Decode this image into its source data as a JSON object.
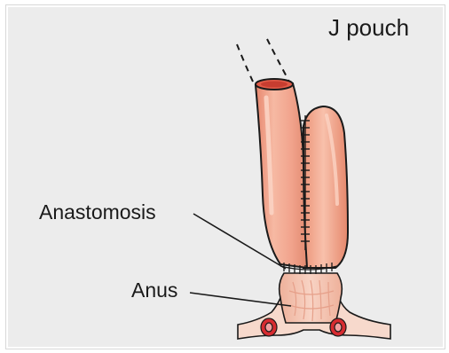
{
  "figure": {
    "title": "J pouch",
    "labels": {
      "anastomosis": "Anastomosis",
      "anus": "Anus"
    }
  },
  "colors": {
    "background": "#ececec",
    "bowel_fill": "#f1a38c",
    "bowel_highlight": "#f8c4b1",
    "anal_canal_fill": "#f5c4b0",
    "tissue_fill": "#f7d9cc",
    "sphincter_red": "#d72b30",
    "outline": "#1a1a1a"
  },
  "icons": {
    "bowel": "j-pouch-illustration",
    "staple_line": "staple-line-icon",
    "sphincter": "anal-sphincter-icon"
  }
}
